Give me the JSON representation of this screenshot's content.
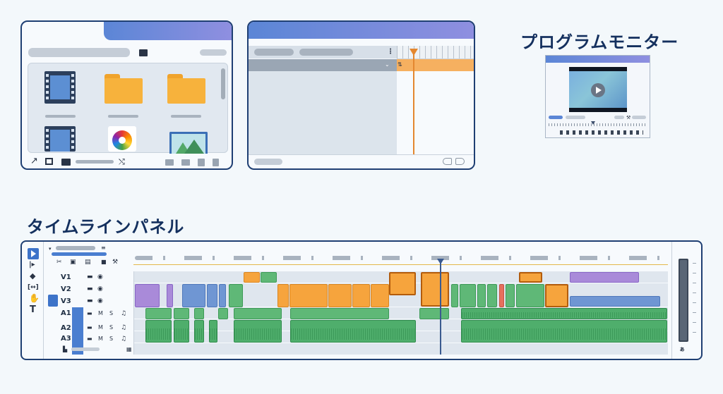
{
  "program_monitor": {
    "title": "プログラムモニター"
  },
  "timeline": {
    "title": "タイムラインパネル",
    "tracks": [
      {
        "label": "V1"
      },
      {
        "label": "V2"
      },
      {
        "label": "V3"
      },
      {
        "label": "A1"
      },
      {
        "label": "A2"
      },
      {
        "label": "A3"
      }
    ]
  },
  "colors": {
    "accent_blue": "#5b86d6",
    "header_purple": "#8f8fe0",
    "clip_orange": "#f6a43d",
    "clip_green": "#5fb877",
    "clip_purple": "#a98ad9",
    "clip_blue": "#6f96d3",
    "playhead": "#e4872f"
  },
  "icons": {
    "project_files": [
      "film-icon",
      "folder-icon",
      "folder-icon",
      "film-icon",
      "color-wheel-icon",
      "image-icon"
    ],
    "project_toolbar": [
      "pen-icon",
      "image-icon",
      "folder-icon",
      "shuffle-icon",
      "new-bin-icon",
      "new-item-icon",
      "clear-icon",
      "trash-icon"
    ],
    "tools": [
      "selection-tool-icon",
      "track-select-icon",
      "razor-icon",
      "slip-icon",
      "hand-icon",
      "type-tool-icon"
    ]
  }
}
